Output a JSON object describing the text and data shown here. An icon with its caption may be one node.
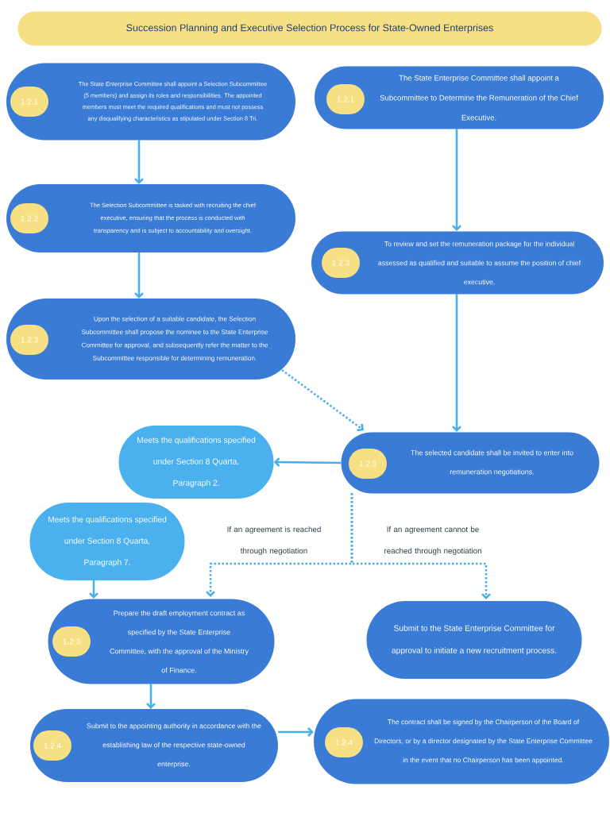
{
  "diagram": {
    "title": "Succession Planning and Executive Selection Process for State-Owned Enterprises",
    "nodes": [
      {
        "text": [
          "The State Enterprise Committee shall appoint a Selection Subcommittee (5 members) and assign its roles and responsibilities. The appointed members must meet the required qualifications and must not possess any disqualifying characteristics as stipulated under Section 8 Tri."
        ]
      },
      {
        "text": [
          "1.2.1"
        ],
        "in": 0
      },
      {
        "text": [
          "The State Enterprise Committee shall appoint a Subcommittee to Determine the Remuneration of the Chief Executive."
        ]
      },
      {
        "text": [
          "1.2.1"
        ],
        "in": 2
      },
      {
        "text": [
          "The Selection Subcommittee is tasked with recruiting the chief executive, ensuring that the process is conducted with transparency and is subject to accountability and oversight."
        ]
      },
      {
        "text": [
          "1.2.2"
        ],
        "in": 4
      },
      {
        "text": [
          "Upon the selection of a suitable candidate, the Selection Subcommittee shall propose the nominee to the State Enterprise Committee for approval, and subsequently refer the matter to the Subcommittee responsible for determining remuneration."
        ]
      },
      {
        "text": [
          "1.2.3"
        ],
        "in": 6
      },
      {
        "text": [
          "To review and set the remuneration package for the individual assessed as qualified and suitable to assume the position of chief executive."
        ]
      },
      {
        "text": [
          "1.2.3"
        ],
        "in": 8
      },
      {
        "text": [
          "Meets the qualifications specified under Section 8 Quarta, Paragraph 2."
        ]
      },
      {
        "text": [
          "The selected candidate shall be invited to enter into remuneration negotiations."
        ]
      },
      {
        "text": [
          "1.2.3"
        ],
        "in": 11
      },
      {
        "text": [
          "Meets the qualifications specified under Section 8 Quarta, Paragraph 7."
        ]
      },
      {
        "text": [
          "Prepare the draft employment contract as specified by the State Enterprise Committee, with the approval of the Ministry of Finance."
        ]
      },
      {
        "text": [
          "1.2.3"
        ],
        "in": 14
      },
      {
        "text": [
          "Submit to the State Enterprise Committee for approval to initiate a new recruitment process."
        ]
      },
      {
        "text": [
          "Submit to the appointing authority in accordance with the establishing law of the respective state-owned enterprise."
        ]
      },
      {
        "text": [
          "1.2.4"
        ],
        "in": 17
      },
      {
        "text": [
          "The contract shall be signed by the Chairperson of the Board of Directors, or by a director designated by the State Enterprise Committee in the event that no Chairperson has been appointed."
        ]
      },
      {
        "text": [
          "1.2.4"
        ],
        "in": 19
      }
    ],
    "edges": [
      {
        "from": 0,
        "to": 4,
        "arrow": "to"
      },
      {
        "from": 4,
        "to": 6,
        "arrow": "to"
      },
      {
        "from": 2,
        "to": 8,
        "arrow": "to"
      },
      {
        "from": 8,
        "to": 11,
        "arrow": "to"
      },
      {
        "from": 6,
        "to": 11,
        "arrow": "to",
        "style": "dashed"
      },
      {
        "from": 11,
        "to": 10,
        "arrow": "to"
      },
      {
        "from": 11,
        "to": 14,
        "arrow": "to",
        "style": "dashed",
        "label": "If an agreement is reached through negotiation"
      },
      {
        "from": 11,
        "to": 16,
        "arrow": "to",
        "style": "dashed",
        "label": "If an agreement cannot be reached through negotiation"
      },
      {
        "from": 13,
        "to": 14,
        "arrow": "to"
      },
      {
        "from": 14,
        "to": 17,
        "arrow": "to"
      },
      {
        "from": 17,
        "to": 19,
        "arrow": "to"
      }
    ]
  }
}
